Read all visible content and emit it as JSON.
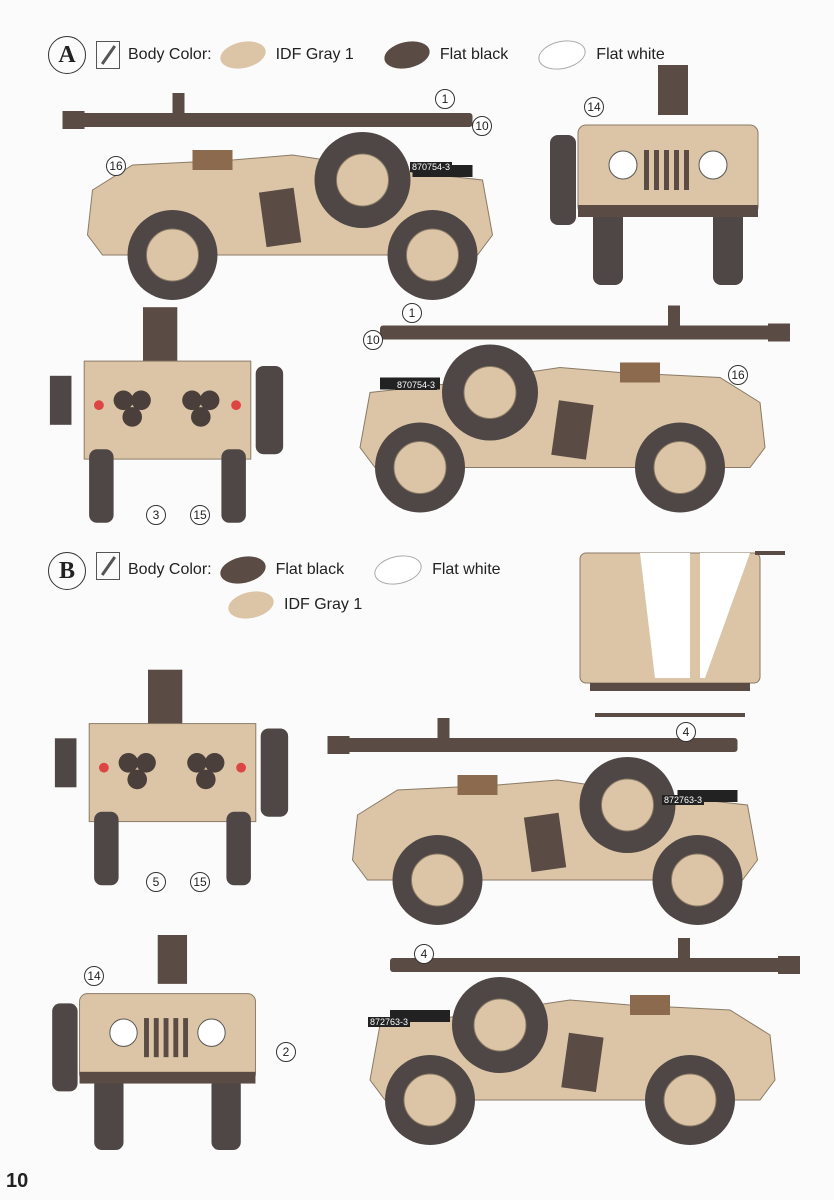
{
  "colors": {
    "idf_gray": "#dcc5a6",
    "flat_black": "#5b4b45",
    "flat_white": "#ffffff",
    "tire": "#4f4745"
  },
  "scheme_a": {
    "letter": "A",
    "body_color_label": "Body Color:",
    "paints": [
      "IDF Gray 1",
      "Flat black",
      "Flat white"
    ],
    "serial": "870754-3",
    "callouts": [
      "1",
      "10",
      "16",
      "14",
      "3",
      "15",
      "1",
      "10",
      "16"
    ]
  },
  "scheme_b": {
    "letter": "B",
    "body_color_label": "Body Color:",
    "paints": [
      "Flat black",
      "Flat white",
      "IDF Gray 1"
    ],
    "serial": "872763-3",
    "callouts": [
      "4",
      "5",
      "15",
      "14",
      "2",
      "4"
    ]
  },
  "page_number": "10"
}
